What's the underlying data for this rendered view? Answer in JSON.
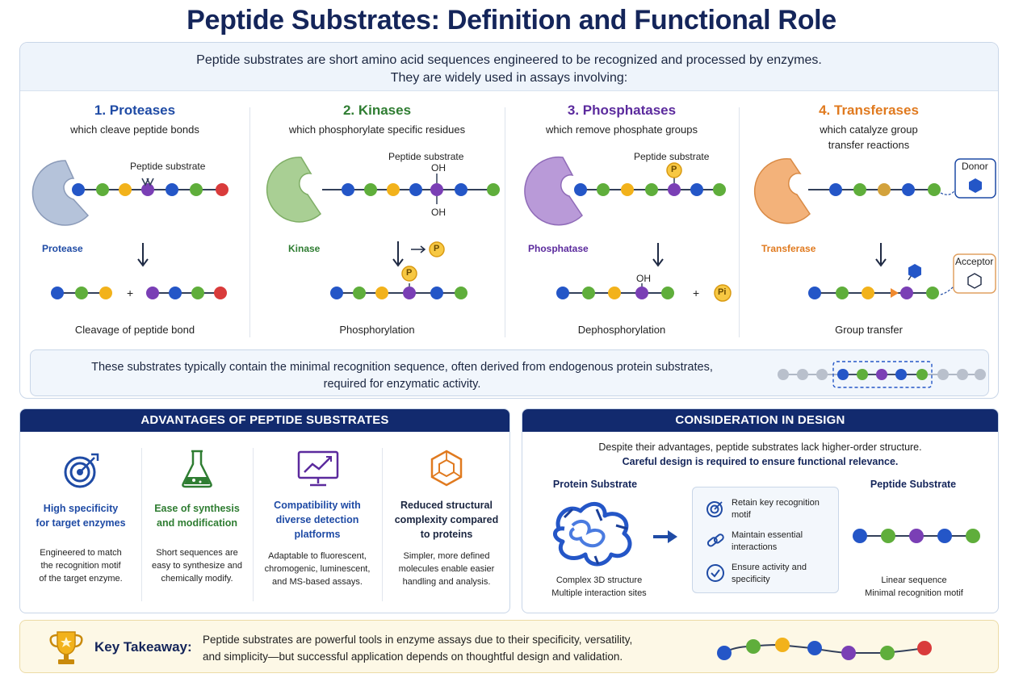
{
  "title": "Peptide Substrates: Definition and Functional Role",
  "intro": {
    "line1": "Peptide substrates are short amino acid sequences engineered to be recognized and processed by enzymes.",
    "line2": "They are widely used in assays involving:"
  },
  "enzymes": [
    {
      "heading": "1. Proteases",
      "sub": [
        "which cleave peptide bonds"
      ],
      "enzyme_label": "Protease",
      "substrate_label": "Peptide substrate",
      "result": "Cleavage of peptide bond",
      "color": "#1f4ba5"
    },
    {
      "heading": "2. Kinases",
      "sub": [
        "which phosphorylate specific residues"
      ],
      "enzyme_label": "Kinase",
      "substrate_label": "Peptide substrate",
      "oh_top": "OH",
      "oh_bottom": "OH",
      "phospho_mark": "P",
      "result": "Phosphorylation",
      "color": "#2f7d32"
    },
    {
      "heading": "3. Phosphatases",
      "sub": [
        "which remove phosphate groups"
      ],
      "enzyme_label": "Phosphatase",
      "substrate_label": "Peptide substrate",
      "phospho_mark": "P",
      "oh_label": "OH",
      "pi_label": "Pi",
      "result": "Dephosphorylation",
      "color": "#5b2a9d"
    },
    {
      "heading": "4. Transferases",
      "sub": [
        "which catalyze group",
        "transfer reactions"
      ],
      "enzyme_label": "Transferase",
      "donor_label": "Donor",
      "acceptor_label": "Acceptor",
      "result": "Group transfer",
      "color": "#e07a1f"
    }
  ],
  "plus_sign": "+",
  "note": {
    "line1": "These substrates typically contain the minimal recognition sequence, often derived from endogenous protein substrates,",
    "line2": "required for enzymatic activity."
  },
  "advantages": {
    "header": "ADVANTAGES OF PEPTIDE SUBSTRATES",
    "items": [
      {
        "icon": "target-icon",
        "title": [
          "High specificity",
          "for target enzymes"
        ],
        "body": [
          "Engineered to match",
          "the recognition motif",
          "of the target enzyme."
        ],
        "color": "#1f4ba5"
      },
      {
        "icon": "flask-icon",
        "title": [
          "Ease of synthesis",
          "and modification"
        ],
        "body": [
          "Short sequences are",
          "easy to synthesize and",
          "chemically modify."
        ],
        "color": "#2f7d32"
      },
      {
        "icon": "monitor-chart-icon",
        "title": [
          "Compatibility with",
          "diverse detection",
          "platforms"
        ],
        "body": [
          "Adaptable to fluorescent,",
          "chromogenic, luminescent,",
          "and MS-based assays."
        ],
        "color": "#1f4ba5"
      },
      {
        "icon": "molecule-icon",
        "title": [
          "Reduced structural",
          "complexity compared",
          "to proteins"
        ],
        "body": [
          "Simpler, more defined",
          "molecules enable easier",
          "handling and analysis."
        ],
        "color": "#1b2640"
      }
    ]
  },
  "consideration": {
    "header": "CONSIDERATION IN DESIGN",
    "intro1": "Despite their advantages, peptide substrates lack higher-order structure.",
    "intro2": "Careful design is required to ensure functional relevance.",
    "protein_label": "Protein Substrate",
    "protein_caption": [
      "Complex 3D structure",
      "Multiple interaction sites"
    ],
    "peptide_label": "Peptide Substrate",
    "peptide_caption": [
      "Linear sequence",
      "Minimal recognition motif"
    ],
    "checks": [
      {
        "icon": "target-icon",
        "text": [
          "Retain key recognition",
          "motif"
        ]
      },
      {
        "icon": "link-icon",
        "text": [
          "Maintain essential",
          "interactions"
        ]
      },
      {
        "icon": "check-circle-icon",
        "text": [
          "Ensure activity and",
          "specificity"
        ]
      }
    ]
  },
  "takeaway": {
    "title": "Key Takeaway:",
    "line1": "Peptide substrates are powerful tools in enzyme assays due to their specificity, versatility,",
    "line2": "and simplicity—but successful application depends on thoughtful design and validation."
  },
  "colors": {
    "navy": "#14255a",
    "bead_blue": "#2456c7",
    "bead_green": "#5fae3b",
    "bead_yellow": "#f2b21b",
    "bead_purple": "#7a3fb5",
    "bead_red": "#d93b3b",
    "bead_gray": "#b9c0cc"
  }
}
